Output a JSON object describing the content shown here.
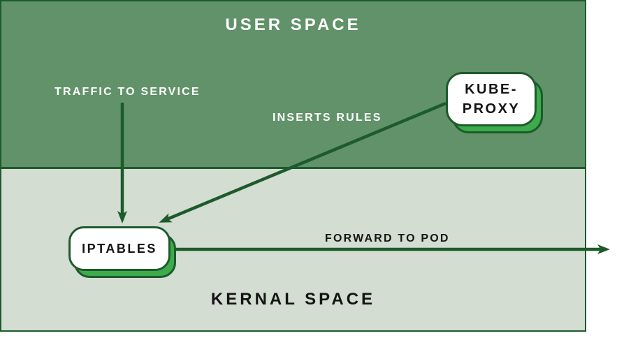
{
  "regions": {
    "user_space": {
      "title": "USER SPACE"
    },
    "kernel_space": {
      "title": "KERNAL SPACE"
    }
  },
  "nodes": {
    "kube_proxy": {
      "label_line1": "KUBE-",
      "label_line2": "PROXY"
    },
    "iptables": {
      "label": "IPTABLES"
    }
  },
  "edges": {
    "traffic_to_service": {
      "label": "TRAFFIC TO SERVICE",
      "from": "user space",
      "to": "iptables"
    },
    "inserts_rules": {
      "label": "INSERTS RULES",
      "from": "kube-proxy",
      "to": "iptables"
    },
    "forward_to_pod": {
      "label": "FORWARD TO POD",
      "from": "iptables",
      "to": "off-canvas right"
    }
  },
  "colors": {
    "user_space_bg": "#619269",
    "kernel_space_bg": "#d3ddd1",
    "line_dark_green": "#1d5a2c",
    "node_shadow_green": "#3dab4c",
    "node_fill": "#ffffff",
    "text_light": "#ffffff",
    "text_dark": "#141414",
    "page_bg": "#ffffff"
  }
}
